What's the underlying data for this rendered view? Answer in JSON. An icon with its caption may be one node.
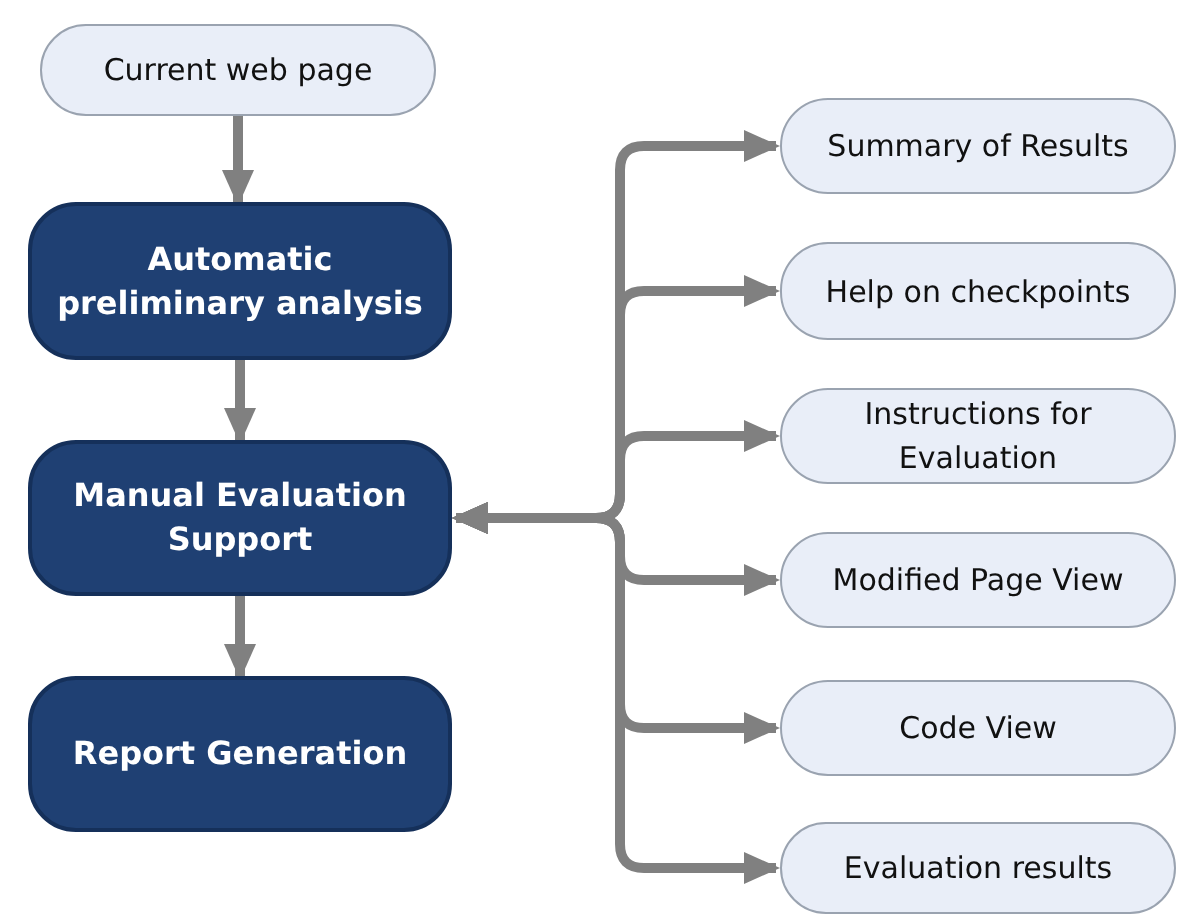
{
  "diagram": {
    "nodes": [
      {
        "text": [
          "Current web page"
        ]
      },
      {
        "text": [
          "Automatic preliminary analysis"
        ]
      },
      {
        "text": [
          "Manual Evaluation Support"
        ]
      },
      {
        "text": [
          "Report Generation"
        ]
      },
      {
        "text": [
          "Summary of Results"
        ]
      },
      {
        "text": [
          "Help on checkpoints"
        ]
      },
      {
        "text": [
          "Instructions for Evaluation"
        ]
      },
      {
        "text": [
          "Modified Page View"
        ]
      },
      {
        "text": [
          "Code View"
        ]
      },
      {
        "text": [
          "Evaluation results"
        ]
      }
    ],
    "edges": [
      {
        "from": 0,
        "to": 1,
        "arrow": "to"
      },
      {
        "from": 1,
        "to": 2,
        "arrow": "to"
      },
      {
        "from": 2,
        "to": 3,
        "arrow": "to"
      },
      {
        "from": 2,
        "to": 4,
        "arrow": "both"
      },
      {
        "from": 2,
        "to": 5,
        "arrow": "both"
      },
      {
        "from": 2,
        "to": 6,
        "arrow": "both"
      },
      {
        "from": 2,
        "to": 7,
        "arrow": "both"
      },
      {
        "from": 2,
        "to": 8,
        "arrow": "both"
      },
      {
        "from": 2,
        "to": 9,
        "arrow": "both"
      }
    ]
  }
}
